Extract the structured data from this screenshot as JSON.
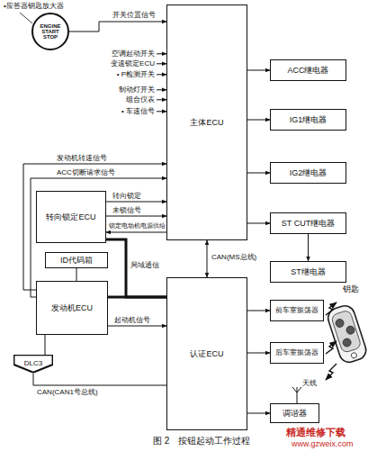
{
  "diagram": {
    "caption": "图 2　按钮起动工作过程",
    "nodes": [
      {
        "text": [
          "ENGINE START STOP"
        ]
      },
      {
        "text": [
          "主体ECU"
        ]
      },
      {
        "text": [
          "ACC继电器"
        ]
      },
      {
        "text": [
          "IG1继电器"
        ]
      },
      {
        "text": [
          "IG2继电器"
        ]
      },
      {
        "text": [
          "ST CUT继电器"
        ]
      },
      {
        "text": [
          "ST继电器"
        ]
      },
      {
        "text": [
          "转向锁定ECU"
        ]
      },
      {
        "text": [
          "ID代码箱"
        ]
      },
      {
        "text": [
          "发动机ECU"
        ]
      },
      {
        "text": [
          "DLC3"
        ]
      },
      {
        "text": [
          "认证ECU"
        ]
      },
      {
        "text": [
          "前车室振荡器"
        ]
      },
      {
        "text": [
          "后车室振荡器"
        ]
      },
      {
        "text": [
          "调谐器"
        ]
      }
    ],
    "edges": [
      {
        "from": 0,
        "to": 1,
        "arrow": "to",
        "label": "开关位置信号"
      },
      {
        "from": 1,
        "to": 2,
        "arrow": "to"
      },
      {
        "from": 1,
        "to": 3,
        "arrow": "to"
      },
      {
        "from": 1,
        "to": 4,
        "arrow": "to"
      },
      {
        "from": 1,
        "to": 5,
        "arrow": "to"
      },
      {
        "from": 5,
        "to": 6,
        "arrow": "to"
      },
      {
        "from": 9,
        "to": 1,
        "arrow": "to",
        "label": "发动机转速信号"
      },
      {
        "from": 9,
        "to": 1,
        "arrow": "to",
        "label": "ACC切断请求信号"
      },
      {
        "from": 7,
        "to": 1,
        "arrow": "to",
        "label": "转向锁定"
      },
      {
        "from": 7,
        "to": 1,
        "arrow": "to",
        "label": "未锁信号"
      },
      {
        "from": 1,
        "to": 7,
        "arrow": "to",
        "label": "锁定电动机电源供给"
      },
      {
        "from": 8,
        "to": 9,
        "arrow": "none"
      },
      {
        "from": 7,
        "to": 11,
        "arrow": "none",
        "label": "局域通信"
      },
      {
        "from": 9,
        "to": 11,
        "arrow": "none"
      },
      {
        "from": 1,
        "to": 11,
        "arrow": "both",
        "label": "CAN(MS总线)"
      },
      {
        "from": 9,
        "to": 11,
        "arrow": "to",
        "label": "起动机信号"
      },
      {
        "from": 9,
        "to": 10,
        "arrow": "none"
      },
      {
        "from": 10,
        "to": 11,
        "arrow": "none",
        "label": "CAN(CAN1号总线)"
      },
      {
        "from": 11,
        "to": 12,
        "arrow": "to"
      },
      {
        "from": 11,
        "to": 13,
        "arrow": "to"
      },
      {
        "from": 11,
        "to": 14,
        "arrow": "to"
      }
    ],
    "labels": [
      "•应答器钥匙放大器",
      "空调起动开关",
      "变速锁定ECU",
      "• P检测开关",
      "制动灯开关",
      "组合仪表",
      "• 车速信号",
      "钥匙",
      "天线",
      "精通维修下载",
      "www.gzweix.com"
    ]
  }
}
